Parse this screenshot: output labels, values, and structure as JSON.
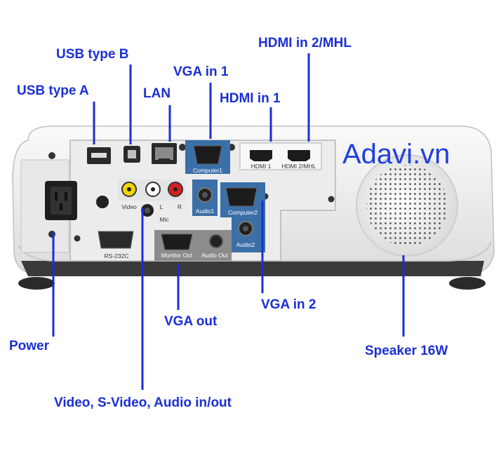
{
  "callouts": {
    "usb_b": "USB type B",
    "usb_a": "USB type A",
    "lan": "LAN",
    "vga_in_1": "VGA in 1",
    "hdmi_in_1": "HDMI in 1",
    "hdmi_in_2": "HDMI in 2/MHL",
    "vga_in_2": "VGA in 2",
    "vga_out": "VGA out",
    "power": "Power",
    "speaker": "Speaker 16W",
    "video_audio": "Video, S-Video, Audio in/out"
  },
  "brand": {
    "name": "Adavi",
    "suffix": ".vn"
  },
  "panel_labels": {
    "computer1": "Computer1",
    "computer2": "Computer2",
    "hdmi1": "HDMI 1",
    "hdmi2": "HDMI 2/MHL",
    "audio1": "Audio1",
    "audio2": "Audio2",
    "video": "Video",
    "l": "L",
    "r": "R",
    "mic": "Mic",
    "rs232c": "RS-232C",
    "monitor_out": "Monitor Out",
    "audio_out": "Audio Out"
  },
  "colors": {
    "callout_text": "#1a2fd6",
    "leader_line": "#1a2fd6",
    "port_panel_blue": "#3a6fa8",
    "body": "#f2f2f2"
  }
}
